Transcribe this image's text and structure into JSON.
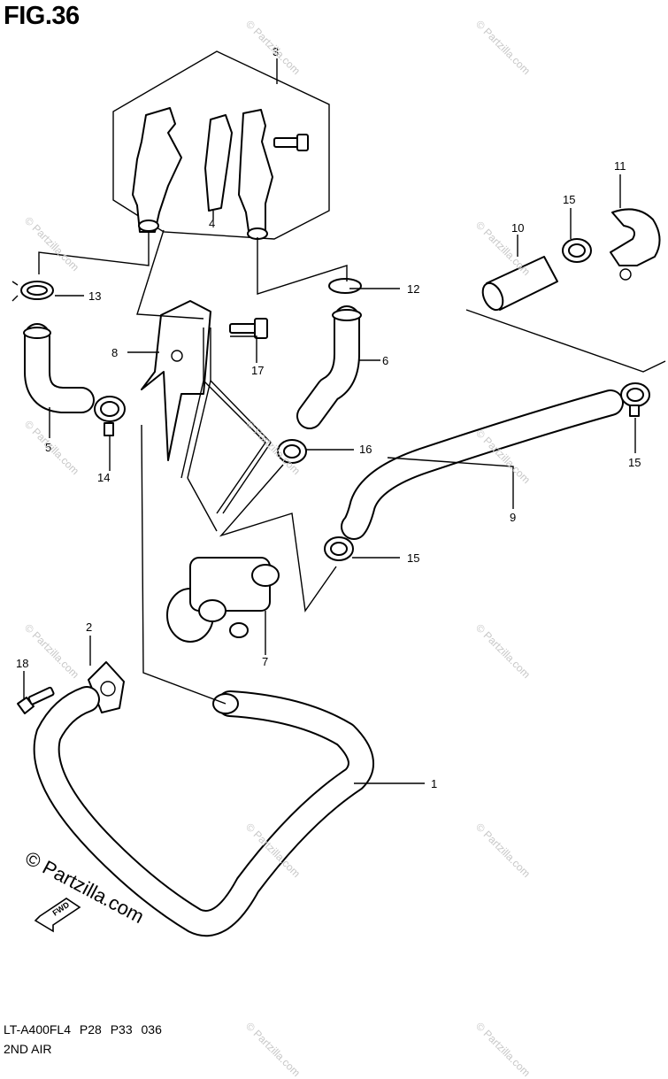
{
  "figure_title": "FIG.36",
  "footer": {
    "model_code": "LT-A400FL4  P28  P33  036",
    "section_name": "2ND AIR"
  },
  "logo_text": "© Partzilla.com",
  "watermark_text": "© Partzilla.com",
  "fwd_badge_text": "FWD",
  "callouts": {
    "c1": "1",
    "c2": "2",
    "c3": "3",
    "c4": "4",
    "c5": "5",
    "c6": "6",
    "c7": "7",
    "c8": "8",
    "c9": "9",
    "c10": "10",
    "c11": "11",
    "c12": "12",
    "c13": "13",
    "c14": "14",
    "c15a": "15",
    "c15b": "15",
    "c15c": "15",
    "c16": "16",
    "c17": "17",
    "c18": "18"
  }
}
